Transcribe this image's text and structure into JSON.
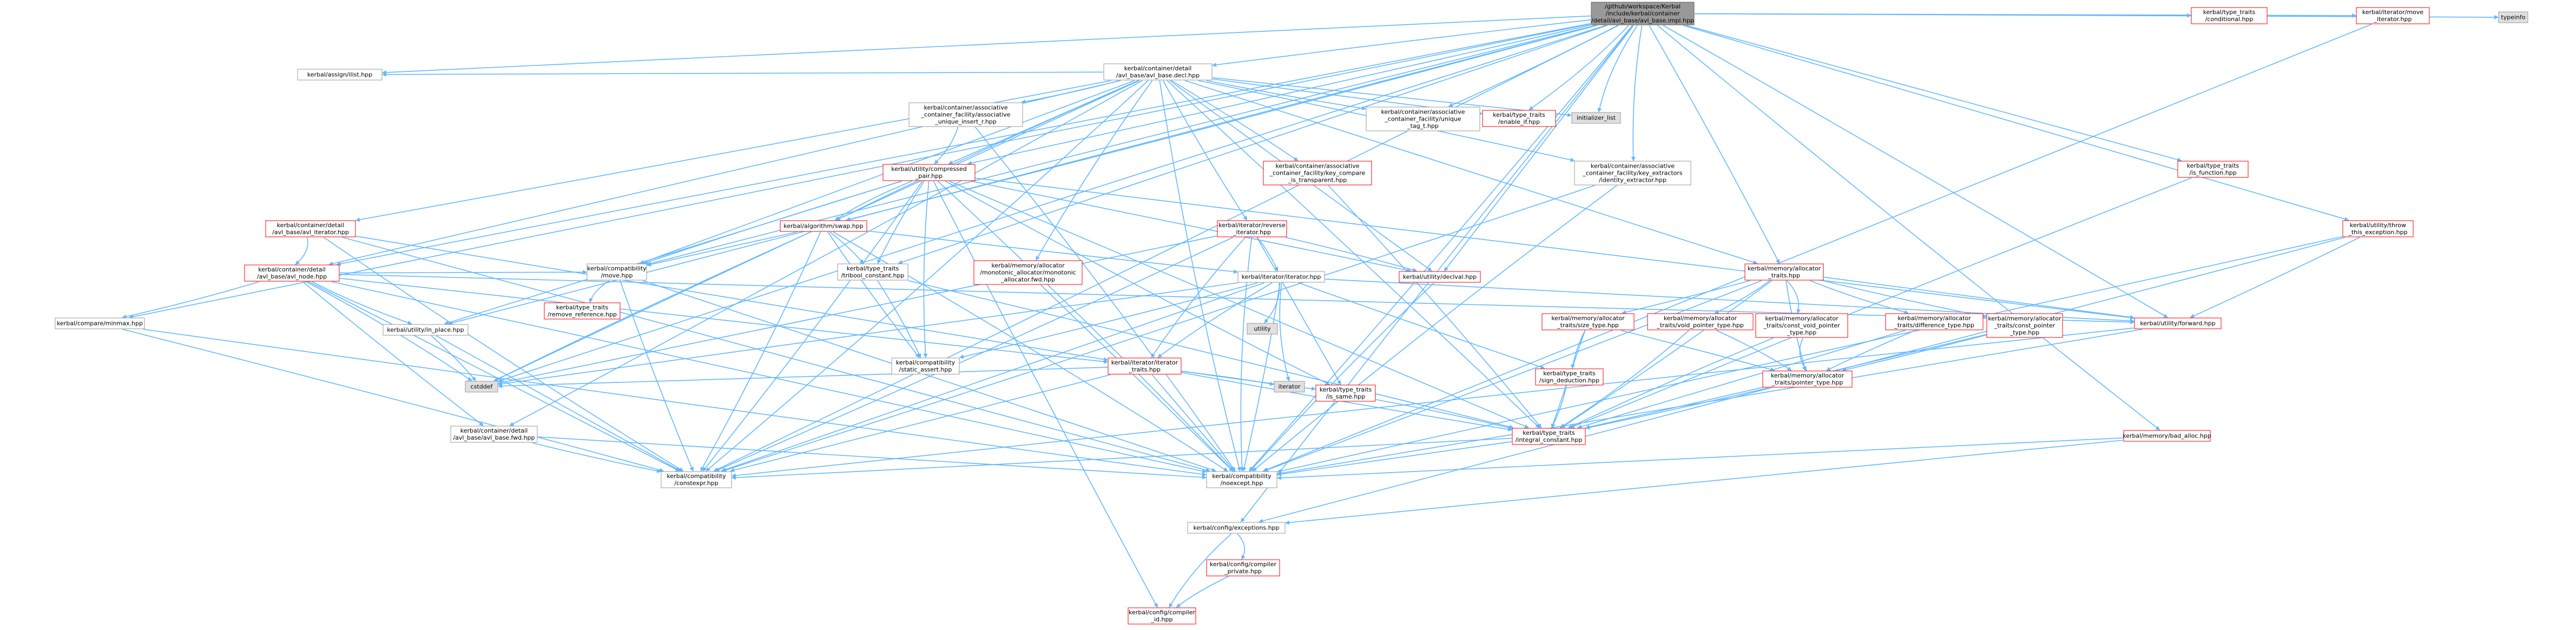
{
  "colors": {
    "edge": "#63b8ff",
    "node_fill": "#ffffff",
    "node_border_normal": "#999999",
    "node_border_red": "#ff0000",
    "root_fill": "#999999",
    "gray_fill": "#e0e0e0",
    "text": "#000000"
  },
  "nodes": [
    {
      "id": "root",
      "lines": [
        "/github/workspace/Kerbal",
        "/include/kerbal/container",
        "/detail/avl_base/avl_base.impl.hpp"
      ],
      "style": "root"
    },
    {
      "id": "decl",
      "lines": [
        "kerbal/container/detail",
        "/avl_base/avl_base.decl.hpp"
      ],
      "style": "normal"
    },
    {
      "id": "cond",
      "lines": [
        "kerbal/type_traits",
        "/conditional.hpp"
      ],
      "style": "red"
    },
    {
      "id": "moveit",
      "lines": [
        "kerbal/iterator/move",
        "_iterator.hpp"
      ],
      "style": "red"
    },
    {
      "id": "typeinfo",
      "lines": [
        "typeinfo"
      ],
      "style": "gray"
    },
    {
      "id": "assign",
      "lines": [
        "kerbal/assign/ilist.hpp"
      ],
      "style": "normal"
    },
    {
      "id": "uim",
      "lines": [
        "kerbal/container/associative",
        "_container_facility/associative",
        "_unique_insert_r.hpp"
      ],
      "style": "normal"
    },
    {
      "id": "utag",
      "lines": [
        "kerbal/container/associative",
        "_container_facility/unique",
        "_tag_t.hpp"
      ],
      "style": "normal"
    },
    {
      "id": "enif",
      "lines": [
        "kerbal/type_traits",
        "/enable_if.hpp"
      ],
      "style": "red"
    },
    {
      "id": "ilist",
      "lines": [
        "initializer_list"
      ],
      "style": "gray"
    },
    {
      "id": "cpair",
      "lines": [
        "kerbal/utility/compressed",
        "_pair.hpp"
      ],
      "style": "red"
    },
    {
      "id": "istr",
      "lines": [
        "kerbal/container/associative",
        "_container_facility/key_compare",
        "_is_transparent.hpp"
      ],
      "style": "red"
    },
    {
      "id": "idex",
      "lines": [
        "kerbal/container/associative",
        "_container_facility/key_extractors",
        "/identity_extractor.hpp"
      ],
      "style": "normal"
    },
    {
      "id": "isfn",
      "lines": [
        "kerbal/type_traits",
        "/is_function.hpp"
      ],
      "style": "red"
    },
    {
      "id": "throw",
      "lines": [
        "kerbal/utility/throw",
        "_this_exception.hpp"
      ],
      "style": "red"
    },
    {
      "id": "aiter",
      "lines": [
        "kerbal/container/detail",
        "/avl_base/avl_iterator.hpp"
      ],
      "style": "red"
    },
    {
      "id": "swap",
      "lines": [
        "kerbal/algorithm/swap.hpp"
      ],
      "style": "red"
    },
    {
      "id": "mono",
      "lines": [
        "kerbal/memory/allocator",
        "/monotonic_allocator/monotonic",
        "_allocator.fwd.hpp"
      ],
      "style": "red"
    },
    {
      "id": "rev",
      "lines": [
        "kerbal/iterator/reverse",
        "_iterator.hpp"
      ],
      "style": "red"
    },
    {
      "id": "atraits",
      "lines": [
        "kerbal/memory/allocator",
        "_traits.hpp"
      ],
      "style": "red"
    },
    {
      "id": "anode",
      "lines": [
        "kerbal/container/detail",
        "/avl_base/avl_node.hpp"
      ],
      "style": "red"
    },
    {
      "id": "cmove",
      "lines": [
        "kerbal/compatibility",
        "/move.hpp"
      ],
      "style": "normal"
    },
    {
      "id": "tbool",
      "lines": [
        "kerbal/type_traits",
        "/tribool_constant.hpp"
      ],
      "style": "normal"
    },
    {
      "id": "iterhpp",
      "lines": [
        "kerbal/iterator/iterator.hpp"
      ],
      "style": "normal"
    },
    {
      "id": "declval",
      "lines": [
        "kerbal/utility/declval.hpp"
      ],
      "style": "red"
    },
    {
      "id": "szt",
      "lines": [
        "kerbal/memory/allocator",
        "_traits/size_type.hpp"
      ],
      "style": "red"
    },
    {
      "id": "vpt",
      "lines": [
        "kerbal/memory/allocator",
        "_traits/void_pointer_type.hpp"
      ],
      "style": "red"
    },
    {
      "id": "cvpt",
      "lines": [
        "kerbal/memory/allocator",
        "_traits/const_void_pointer",
        "_type.hpp"
      ],
      "style": "red"
    },
    {
      "id": "dft",
      "lines": [
        "kerbal/memory/allocator",
        "_traits/difference_type.hpp"
      ],
      "style": "red"
    },
    {
      "id": "cpt",
      "lines": [
        "kerbal/memory/allocator",
        "_traits/const_pointer",
        "_type.hpp"
      ],
      "style": "red"
    },
    {
      "id": "minmax",
      "lines": [
        "kerbal/compare/minmax.hpp"
      ],
      "style": "normal"
    },
    {
      "id": "rmref",
      "lines": [
        "kerbal/type_traits",
        "/remove_reference.hpp"
      ],
      "style": "red"
    },
    {
      "id": "utility",
      "lines": [
        "utility"
      ],
      "style": "gray"
    },
    {
      "id": "fwd",
      "lines": [
        "kerbal/utility/forward.hpp"
      ],
      "style": "red"
    },
    {
      "id": "inplace",
      "lines": [
        "kerbal/utility/in_place.hpp"
      ],
      "style": "normal"
    },
    {
      "id": "sassert",
      "lines": [
        "kerbal/compatibility",
        "/static_assert.hpp"
      ],
      "style": "normal"
    },
    {
      "id": "itraits",
      "lines": [
        "kerbal/iterator/iterator",
        "_traits.hpp"
      ],
      "style": "red"
    },
    {
      "id": "sdeduct",
      "lines": [
        "kerbal/type_traits",
        "/sign_deduction.hpp"
      ],
      "style": "red"
    },
    {
      "id": "ptrt",
      "lines": [
        "kerbal/memory/allocator",
        "_traits/pointer_type.hpp"
      ],
      "style": "red"
    },
    {
      "id": "cstddef",
      "lines": [
        "cstddef"
      ],
      "style": "gray"
    },
    {
      "id": "iterator",
      "lines": [
        "iterator"
      ],
      "style": "gray"
    },
    {
      "id": "issame",
      "lines": [
        "kerbal/type_traits",
        "/is_same.hpp"
      ],
      "style": "red"
    },
    {
      "id": "abase",
      "lines": [
        "kerbal/container/detail",
        "/avl_base/avl_base.fwd.hpp"
      ],
      "style": "normal"
    },
    {
      "id": "intc",
      "lines": [
        "kerbal/type_traits",
        "/integral_constant.hpp"
      ],
      "style": "red"
    },
    {
      "id": "badalloc",
      "lines": [
        "kerbal/memory/bad_alloc.hpp"
      ],
      "style": "red"
    },
    {
      "id": "cexpr",
      "lines": [
        "kerbal/compatibility",
        "/constexpr.hpp"
      ],
      "style": "normal"
    },
    {
      "id": "noex",
      "lines": [
        "kerbal/compatibility",
        "/noexcept.hpp"
      ],
      "style": "normal"
    },
    {
      "id": "exc",
      "lines": [
        "kerbal/config/exceptions.hpp"
      ],
      "style": "normal"
    },
    {
      "id": "priv",
      "lines": [
        "kerbal/config/compiler",
        "_private.hpp"
      ],
      "style": "red"
    },
    {
      "id": "cid",
      "lines": [
        "kerbal/config/compiler",
        "_id.hpp"
      ],
      "style": "red"
    }
  ],
  "edges": [
    [
      "root",
      "decl"
    ],
    [
      "root",
      "cond"
    ],
    [
      "root",
      "moveit"
    ],
    [
      "root",
      "typeinfo"
    ],
    [
      "root",
      "assign"
    ],
    [
      "root",
      "utag"
    ],
    [
      "root",
      "enif"
    ],
    [
      "root",
      "ilist"
    ],
    [
      "root",
      "idex"
    ],
    [
      "root",
      "isfn"
    ],
    [
      "root",
      "throw"
    ],
    [
      "root",
      "atraits"
    ],
    [
      "root",
      "cpair"
    ],
    [
      "root",
      "swap"
    ],
    [
      "root",
      "cmove"
    ],
    [
      "root",
      "minmax"
    ],
    [
      "root",
      "inplace"
    ],
    [
      "root",
      "declval"
    ],
    [
      "root",
      "fwd"
    ],
    [
      "root",
      "noex"
    ],
    [
      "root",
      "cexpr"
    ],
    [
      "root",
      "cstddef"
    ],
    [
      "root",
      "badalloc"
    ],
    [
      "root",
      "exc"
    ],
    [
      "root",
      "anode"
    ],
    [
      "root",
      "tbool"
    ],
    [
      "decl",
      "assign"
    ],
    [
      "decl",
      "uim"
    ],
    [
      "decl",
      "utag"
    ],
    [
      "decl",
      "enif"
    ],
    [
      "decl",
      "ilist"
    ],
    [
      "decl",
      "cpair"
    ],
    [
      "decl",
      "istr"
    ],
    [
      "decl",
      "idex"
    ],
    [
      "decl",
      "aiter"
    ],
    [
      "decl",
      "swap"
    ],
    [
      "decl",
      "mono"
    ],
    [
      "decl",
      "rev"
    ],
    [
      "decl",
      "anode"
    ],
    [
      "decl",
      "cmove"
    ],
    [
      "decl",
      "abase"
    ],
    [
      "decl",
      "cexpr"
    ],
    [
      "decl",
      "noex"
    ],
    [
      "decl",
      "cstddef"
    ],
    [
      "decl",
      "atraits"
    ],
    [
      "decl",
      "declval"
    ],
    [
      "decl",
      "intc"
    ],
    [
      "uim",
      "cpair"
    ],
    [
      "uim",
      "noex"
    ],
    [
      "cpair",
      "swap"
    ],
    [
      "cpair",
      "cmove"
    ],
    [
      "cpair",
      "tbool"
    ],
    [
      "cpair",
      "fwd"
    ],
    [
      "cpair",
      "inplace"
    ],
    [
      "cpair",
      "cexpr"
    ],
    [
      "cpair",
      "noex"
    ],
    [
      "cpair",
      "issame"
    ],
    [
      "cpair",
      "sassert"
    ],
    [
      "cpair",
      "cid"
    ],
    [
      "cpair",
      "intc"
    ],
    [
      "cpair",
      "declval"
    ],
    [
      "istr",
      "intc"
    ],
    [
      "idex",
      "cexpr"
    ],
    [
      "idex",
      "noex"
    ],
    [
      "isfn",
      "intc"
    ],
    [
      "throw",
      "exc"
    ],
    [
      "throw",
      "noex"
    ],
    [
      "throw",
      "fwd"
    ],
    [
      "moveit",
      "noex"
    ],
    [
      "aiter",
      "anode"
    ],
    [
      "aiter",
      "cexpr"
    ],
    [
      "aiter",
      "noex"
    ],
    [
      "aiter",
      "itraits"
    ],
    [
      "swap",
      "cmove"
    ],
    [
      "swap",
      "tbool"
    ],
    [
      "swap",
      "cexpr"
    ],
    [
      "swap",
      "noex"
    ],
    [
      "swap",
      "iterhpp"
    ],
    [
      "swap",
      "cstddef"
    ],
    [
      "swap",
      "sassert"
    ],
    [
      "mono",
      "noex"
    ],
    [
      "rev",
      "iterhpp"
    ],
    [
      "rev",
      "declval"
    ],
    [
      "rev",
      "cexpr"
    ],
    [
      "rev",
      "noex"
    ],
    [
      "rev",
      "itraits"
    ],
    [
      "rev",
      "cstddef"
    ],
    [
      "rev",
      "issame"
    ],
    [
      "atraits",
      "szt"
    ],
    [
      "atraits",
      "vpt"
    ],
    [
      "atraits",
      "cvpt"
    ],
    [
      "atraits",
      "dft"
    ],
    [
      "atraits",
      "cpt"
    ],
    [
      "atraits",
      "ptrt"
    ],
    [
      "atraits",
      "fwd"
    ],
    [
      "atraits",
      "noex"
    ],
    [
      "atraits",
      "intc"
    ],
    [
      "anode",
      "minmax"
    ],
    [
      "anode",
      "inplace"
    ],
    [
      "anode",
      "cmove"
    ],
    [
      "anode",
      "abase"
    ],
    [
      "anode",
      "cexpr"
    ],
    [
      "anode",
      "noex"
    ],
    [
      "anode",
      "itraits"
    ],
    [
      "anode",
      "cstddef"
    ],
    [
      "anode",
      "fwd"
    ],
    [
      "cmove",
      "rmref"
    ],
    [
      "cmove",
      "cexpr"
    ],
    [
      "cmove",
      "noex"
    ],
    [
      "tbool",
      "sassert"
    ],
    [
      "tbool",
      "intc"
    ],
    [
      "iterhpp",
      "utility"
    ],
    [
      "iterhpp",
      "iterator"
    ],
    [
      "iterhpp",
      "itraits"
    ],
    [
      "iterhpp",
      "sdeduct"
    ],
    [
      "iterhpp",
      "cexpr"
    ],
    [
      "iterhpp",
      "noex"
    ],
    [
      "iterhpp",
      "cstddef"
    ],
    [
      "iterhpp",
      "sassert"
    ],
    [
      "iterhpp",
      "fwd"
    ],
    [
      "declval",
      "noex"
    ],
    [
      "szt",
      "sdeduct"
    ],
    [
      "szt",
      "intc"
    ],
    [
      "szt",
      "ptrt"
    ],
    [
      "vpt",
      "ptrt"
    ],
    [
      "vpt",
      "intc"
    ],
    [
      "cvpt",
      "ptrt"
    ],
    [
      "cvpt",
      "intc"
    ],
    [
      "dft",
      "ptrt"
    ],
    [
      "dft",
      "intc"
    ],
    [
      "cpt",
      "ptrt"
    ],
    [
      "cpt",
      "intc"
    ],
    [
      "minmax",
      "cexpr"
    ],
    [
      "minmax",
      "noex"
    ],
    [
      "fwd",
      "noex"
    ],
    [
      "fwd",
      "cexpr"
    ],
    [
      "inplace",
      "cexpr"
    ],
    [
      "inplace",
      "cstddef"
    ],
    [
      "itraits",
      "cstddef"
    ],
    [
      "itraits",
      "iterator"
    ],
    [
      "itraits",
      "intc"
    ],
    [
      "itraits",
      "issame"
    ],
    [
      "itraits",
      "cexpr"
    ],
    [
      "itraits",
      "noex"
    ],
    [
      "sdeduct",
      "intc"
    ],
    [
      "ptrt",
      "intc"
    ],
    [
      "issame",
      "intc"
    ],
    [
      "abase",
      "noex"
    ],
    [
      "abase",
      "cexpr"
    ],
    [
      "intc",
      "cexpr"
    ],
    [
      "intc",
      "noex"
    ],
    [
      "badalloc",
      "noex"
    ],
    [
      "badalloc",
      "exc"
    ],
    [
      "exc",
      "priv"
    ],
    [
      "exc",
      "cid"
    ],
    [
      "priv",
      "cid"
    ]
  ]
}
